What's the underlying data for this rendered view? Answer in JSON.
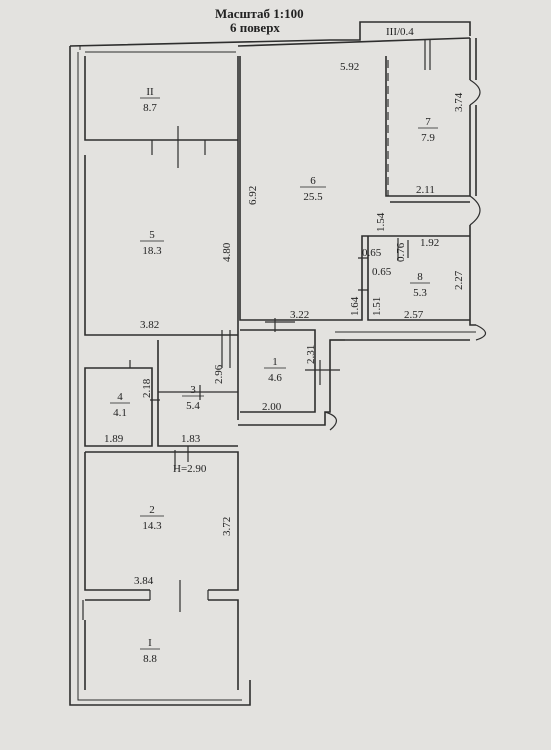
{
  "header": {
    "scale": "Масштаб 1:100",
    "floor": "6 поверх"
  },
  "balcony_label": "ІІІ/0.4",
  "height_label": "Н=2.90",
  "rooms": [
    {
      "id": "II",
      "number": "ІІ",
      "area": "8.7"
    },
    {
      "id": "5",
      "number": "5",
      "area": "18.3"
    },
    {
      "id": "6",
      "number": "6",
      "area": "25.5"
    },
    {
      "id": "7",
      "number": "7",
      "area": "7.9"
    },
    {
      "id": "8",
      "number": "8",
      "area": "5.3"
    },
    {
      "id": "1",
      "number": "1",
      "area": "4.6"
    },
    {
      "id": "3",
      "number": "3",
      "area": "5.4"
    },
    {
      "id": "4",
      "number": "4",
      "area": "4.1"
    },
    {
      "id": "2",
      "number": "2",
      "area": "14.3"
    },
    {
      "id": "I",
      "number": "І",
      "area": "8.8"
    }
  ],
  "dimensions": [
    "5.92",
    "3.74",
    "6.92",
    "2.11",
    "1.54",
    "0.65",
    "0.76",
    "1.92",
    "0.65",
    "2.27",
    "1.64",
    "1.51",
    "2.57",
    "3.22",
    "4.80",
    "3.82",
    "2.96",
    "2.31",
    "2.18",
    "2.00",
    "1.89",
    "1.83",
    "3.72",
    "3.84"
  ]
}
